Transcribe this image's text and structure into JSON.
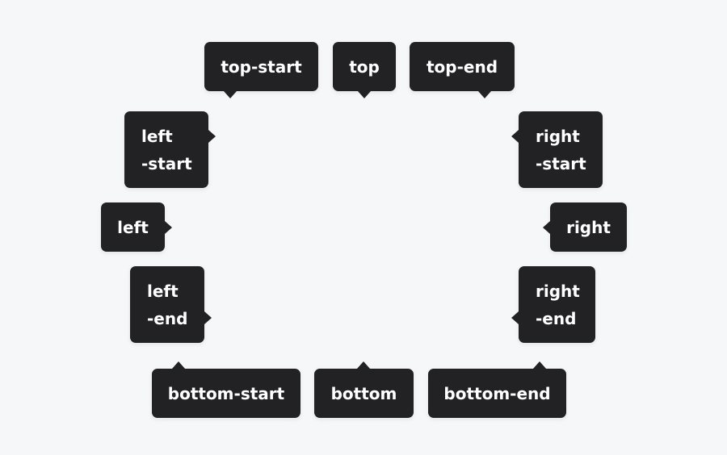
{
  "tooltips": {
    "top_start": {
      "label": "top-start"
    },
    "top": {
      "label": "top"
    },
    "top_end": {
      "label": "top-end"
    },
    "left_start": {
      "line1": "left",
      "line2": "-start"
    },
    "right_start": {
      "line1": "right",
      "line2": "-start"
    },
    "left": {
      "label": "left"
    },
    "right": {
      "label": "right"
    },
    "left_end": {
      "line1": "left",
      "line2": "-end"
    },
    "right_end": {
      "line1": "right",
      "line2": "-end"
    },
    "bottom_start": {
      "label": "bottom-start"
    },
    "bottom": {
      "label": "bottom"
    },
    "bottom_end": {
      "label": "bottom-end"
    }
  },
  "colors": {
    "background": "#f6f7f9",
    "tooltip_bg": "#222225",
    "tooltip_text": "#ffffff"
  }
}
